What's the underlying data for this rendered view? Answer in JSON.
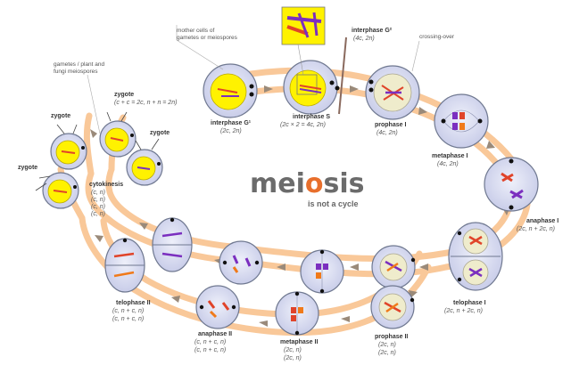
{
  "title_prefix": "mei",
  "title_o": "o",
  "title_suffix": "sis",
  "subtitle": "is not a cycle",
  "notes": {
    "mother_cells_1": "mother cells of",
    "mother_cells_2": "gametes or meiospores",
    "gametes_1": "gametes / plant and",
    "gametes_2": "fungi meiospores",
    "crossing_over": "crossing-over"
  },
  "stages": {
    "interphase_g1": {
      "name": "interphase G¹",
      "formula": "(2c, 2n)"
    },
    "interphase_s": {
      "name": "interphase S",
      "formula": "(2c × 2 = 4c, 2n)"
    },
    "interphase_g2": {
      "name": "interphase G²",
      "formula": "(4c, 2n)"
    },
    "prophase_1": {
      "name": "prophase I",
      "formula": "(4c, 2n)"
    },
    "metaphase_1": {
      "name": "metaphase I",
      "formula": "(4c, 2n)"
    },
    "anaphase_1": {
      "name": "anaphase I",
      "formula": "(2c, n + 2c, n)"
    },
    "telophase_1": {
      "name": "telophase I",
      "formula": "(2c, n + 2c, n)"
    },
    "prophase_2": {
      "name": "prophase II",
      "formula1": "(2c, n)",
      "formula2": "(2c, n)"
    },
    "metaphase_2": {
      "name": "metaphase II",
      "formula1": "(2c, n)",
      "formula2": "(2c, n)"
    },
    "anaphase_2": {
      "name": "anaphase II",
      "formula1": "(c, n + c, n)",
      "formula2": "(c, n + c, n)"
    },
    "telophase_2": {
      "name": "telophase II",
      "formula1": "(c, n + c, n)",
      "formula2": "(c, n + c, n)"
    },
    "cytokinesis": {
      "name": "cytokinesis",
      "f1": "(c, n)",
      "f2": "(c, n)",
      "f3": "(c, n)",
      "f4": "(c, n)"
    },
    "zygote_main": {
      "name": "zygote",
      "formula": "(c + c = 2c, n + n = 2n)"
    },
    "zygote_a": "zygote",
    "zygote_b": "zygote",
    "zygote_c": "zygote"
  },
  "colors": {
    "ring": "#f9c899",
    "arrow": "#9a8a7a",
    "cell_fill": "#dde0f3",
    "cell_stroke": "#6f7890",
    "nucleus": "#efeccc",
    "yellow": "#fff200",
    "chrom_red": "#e0442a",
    "chrom_purple": "#7b2fbf",
    "chrom_orange": "#f07a1a",
    "title_o": "#e86f2c"
  }
}
